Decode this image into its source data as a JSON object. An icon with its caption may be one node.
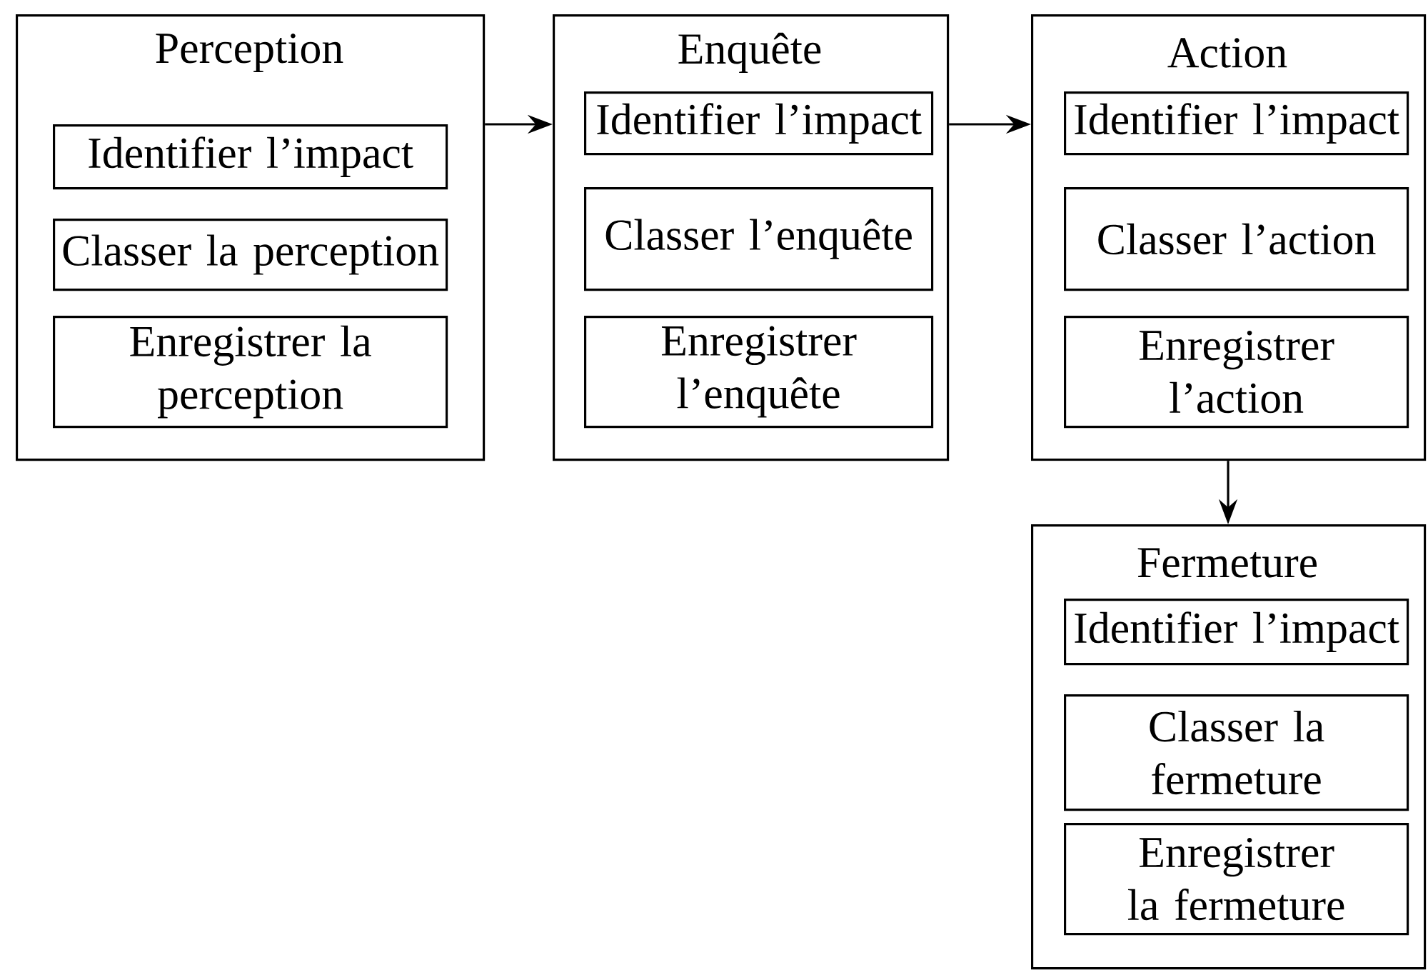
{
  "diagram": {
    "nodes": [
      {
        "text": [
          "Perception"
        ]
      },
      {
        "text": [
          "Identifier l’impact"
        ],
        "in": 0
      },
      {
        "text": [
          "Classer la perception"
        ],
        "in": 0
      },
      {
        "text": [
          "Enregistrer la perception"
        ],
        "in": 0
      },
      {
        "text": [
          "Enquête"
        ]
      },
      {
        "text": [
          "Identifier l’impact"
        ],
        "in": 4
      },
      {
        "text": [
          "Classer l’enquête"
        ],
        "in": 4
      },
      {
        "text": [
          "Enregistrer l’enquête"
        ],
        "in": 4
      },
      {
        "text": [
          "Action"
        ]
      },
      {
        "text": [
          "Identifier l’impact"
        ],
        "in": 8
      },
      {
        "text": [
          "Classer l’action"
        ],
        "in": 8
      },
      {
        "text": [
          "Enregistrer l’action"
        ],
        "in": 8
      },
      {
        "text": [
          "Fermeture"
        ]
      },
      {
        "text": [
          "Identifier l’impact"
        ],
        "in": 12
      },
      {
        "text": [
          "Classer la fermeture"
        ],
        "in": 12
      },
      {
        "text": [
          "Enregistrer la fermeture"
        ],
        "in": 12
      }
    ],
    "edges": [
      {
        "from": 0,
        "to": 4,
        "arrow": "to"
      },
      {
        "from": 4,
        "to": 8,
        "arrow": "to"
      },
      {
        "from": 8,
        "to": 12,
        "arrow": "to"
      }
    ]
  }
}
